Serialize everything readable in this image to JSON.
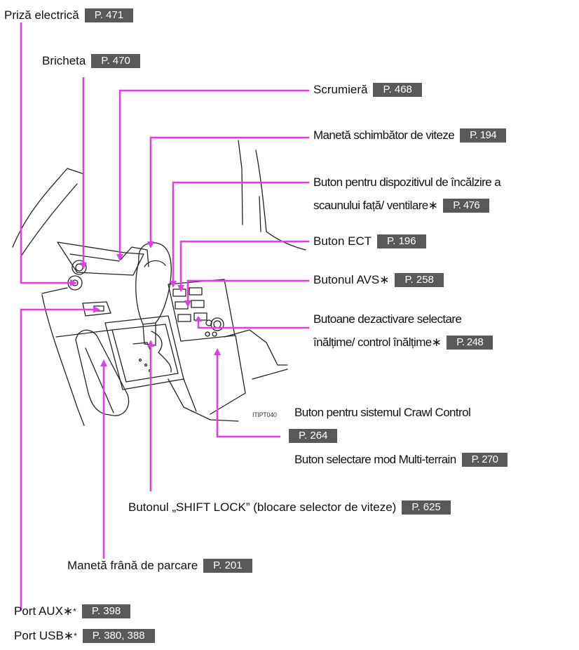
{
  "callouts": {
    "priza": {
      "label": "Priză electrică",
      "ref": "P. 471"
    },
    "bricheta": {
      "label": "Bricheta",
      "ref": "P. 470"
    },
    "scrumiera": {
      "label": "Scrumieră",
      "ref": "P. 468"
    },
    "maneta_viteze": {
      "label": "Manetă schimbător de viteze",
      "ref": "P. 194"
    },
    "buton_incalzire": {
      "line1": "Buton pentru dispozitivul de încălzire a",
      "line2": "scaunului față/ ventilare∗",
      "ref": "P. 476"
    },
    "buton_ect": {
      "label": "Buton ECT",
      "ref": "P. 196"
    },
    "buton_avs": {
      "label": "Butonul AVS∗",
      "ref": "P. 258"
    },
    "butoane_inaltime": {
      "line1": "Butoane dezactivare selectare",
      "line2": "înălțime/ control înălțime∗",
      "ref": "P. 248"
    },
    "crawl_control": {
      "label": "Buton pentru sistemul Crawl Control",
      "ref": "P. 264"
    },
    "multi_terrain": {
      "label": "Buton selectare mod Multi-terrain",
      "ref": "P. 270"
    },
    "shift_lock": {
      "label": "Butonul „SHIFT LOCK” (blocare selector de viteze)",
      "ref": "P. 625"
    },
    "frana_parcare": {
      "label": "Manetă frână de parcare",
      "ref": "P. 201"
    },
    "port_aux": {
      "label": "Port AUX∗",
      "star": "*",
      "ref": "P. 398"
    },
    "port_usb": {
      "label": "Port USB∗",
      "star": "*",
      "ref": "P. 380, 388"
    }
  },
  "image_code": "ITIPT040",
  "colors": {
    "leader": "#e040e0",
    "ref_box": "#595959",
    "drawing": "#222222"
  }
}
